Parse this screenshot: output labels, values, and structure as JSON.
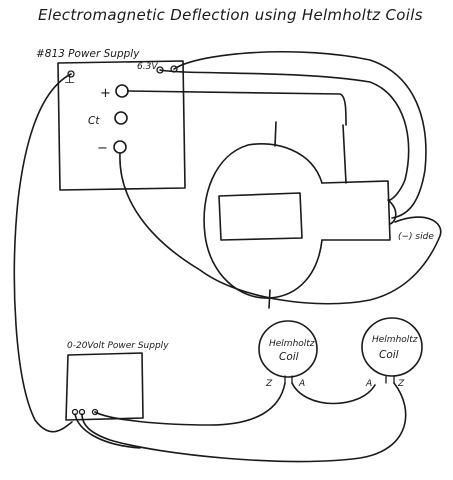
{
  "title": "Electromagnetic Deflection using Helmholtz Coils",
  "power_supply_813": {
    "label": "#813 Power Supply",
    "terminals": {
      "ground": "⊥",
      "v63": "6.3V",
      "plus": "+",
      "ct": "Ct",
      "minus": "−"
    }
  },
  "tube": {
    "side_label": "(−) side"
  },
  "power_supply_0_20": {
    "label": "0-20Volt Power Supply"
  },
  "coil_left": {
    "line1": "Helmholtz",
    "line2": "Coil",
    "term_z": "Z",
    "term_a": "A"
  },
  "coil_right": {
    "line1": "Helmholtz",
    "line2": "Coil",
    "term_a": "A",
    "term_z": "Z"
  }
}
